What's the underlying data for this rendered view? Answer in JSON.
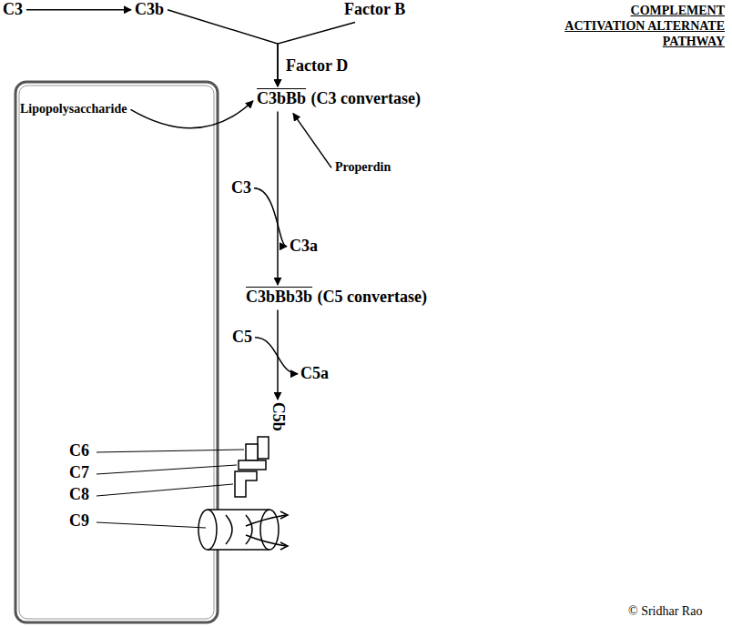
{
  "diagram": {
    "title": "COMPLEMENT ACTIVATION ALTERNATE PATHWAY",
    "nodes": [
      {
        "text": [
          "C3"
        ]
      },
      {
        "text": [
          "C3b"
        ]
      },
      {
        "text": [
          "Factor B"
        ]
      },
      {
        "text": [
          "C3bBb",
          "(C3 convertase)"
        ]
      },
      {
        "text": [
          "Lipopolysaccharide"
        ]
      },
      {
        "text": [
          "Properdin"
        ]
      },
      {
        "text": [
          "C3"
        ]
      },
      {
        "text": [
          "C3a"
        ]
      },
      {
        "text": [
          "C3bBb3b",
          "(C5 convertase)"
        ]
      },
      {
        "text": [
          "C5"
        ]
      },
      {
        "text": [
          "C5a"
        ]
      },
      {
        "text": [
          "C5b"
        ]
      }
    ],
    "edges": [
      {
        "from": 0,
        "to": 1,
        "arrow": "to"
      },
      {
        "from": 1,
        "to": 3,
        "arrow": "to"
      },
      {
        "from": 2,
        "to": 3,
        "arrow": "to"
      },
      {
        "from": 4,
        "to": 3,
        "arrow": "to"
      },
      {
        "from": 5,
        "to": 3,
        "arrow": "to"
      },
      {
        "from": 3,
        "to": 8,
        "arrow": "to"
      },
      {
        "from": 6,
        "to": 7,
        "arrow": "to"
      },
      {
        "from": 8,
        "to": 11,
        "arrow": "to"
      },
      {
        "from": 9,
        "to": 10,
        "arrow": "to"
      }
    ],
    "labels": [
      "Factor D",
      "C6",
      "C7",
      "C8",
      "C9",
      "© Sridhar Rao"
    ]
  }
}
